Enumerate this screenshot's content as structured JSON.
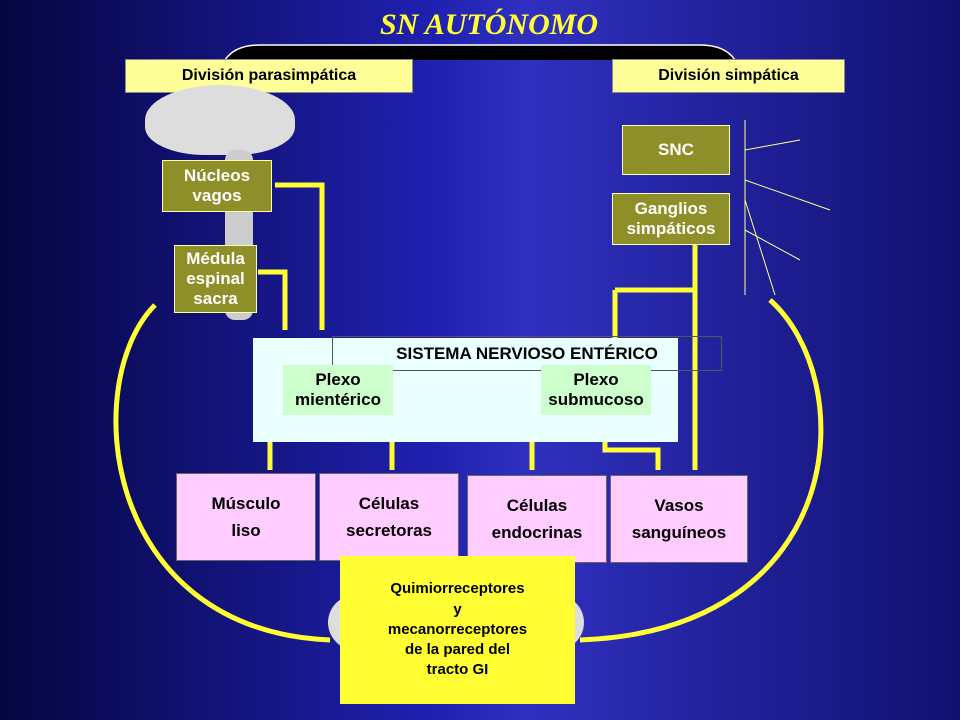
{
  "title": "SN AUTÓNOMO",
  "para": "División parasimpática",
  "simp": "División simpática",
  "nucleos": "Núcleos\nvagos",
  "medula": "Médula\nespinal\nsacra",
  "snc": "SNC",
  "ganglios": "Ganglios\nsimpáticos",
  "sne": "SISTEMA NERVIOSO ENTÉRICO",
  "plexo1": "Plexo\nmientérico",
  "plexo2": "Plexo\nsubmucoso",
  "musculo": "Músculo\nliso",
  "secretoras": "Células\nsecretoras",
  "endocrinas": "Células\nendocrinas",
  "vasos": "Vasos\nsanguíneos",
  "receptores": "Quimiorreceptores\ny\nmecanorreceptores\nde la pared del\ntracto GI"
}
